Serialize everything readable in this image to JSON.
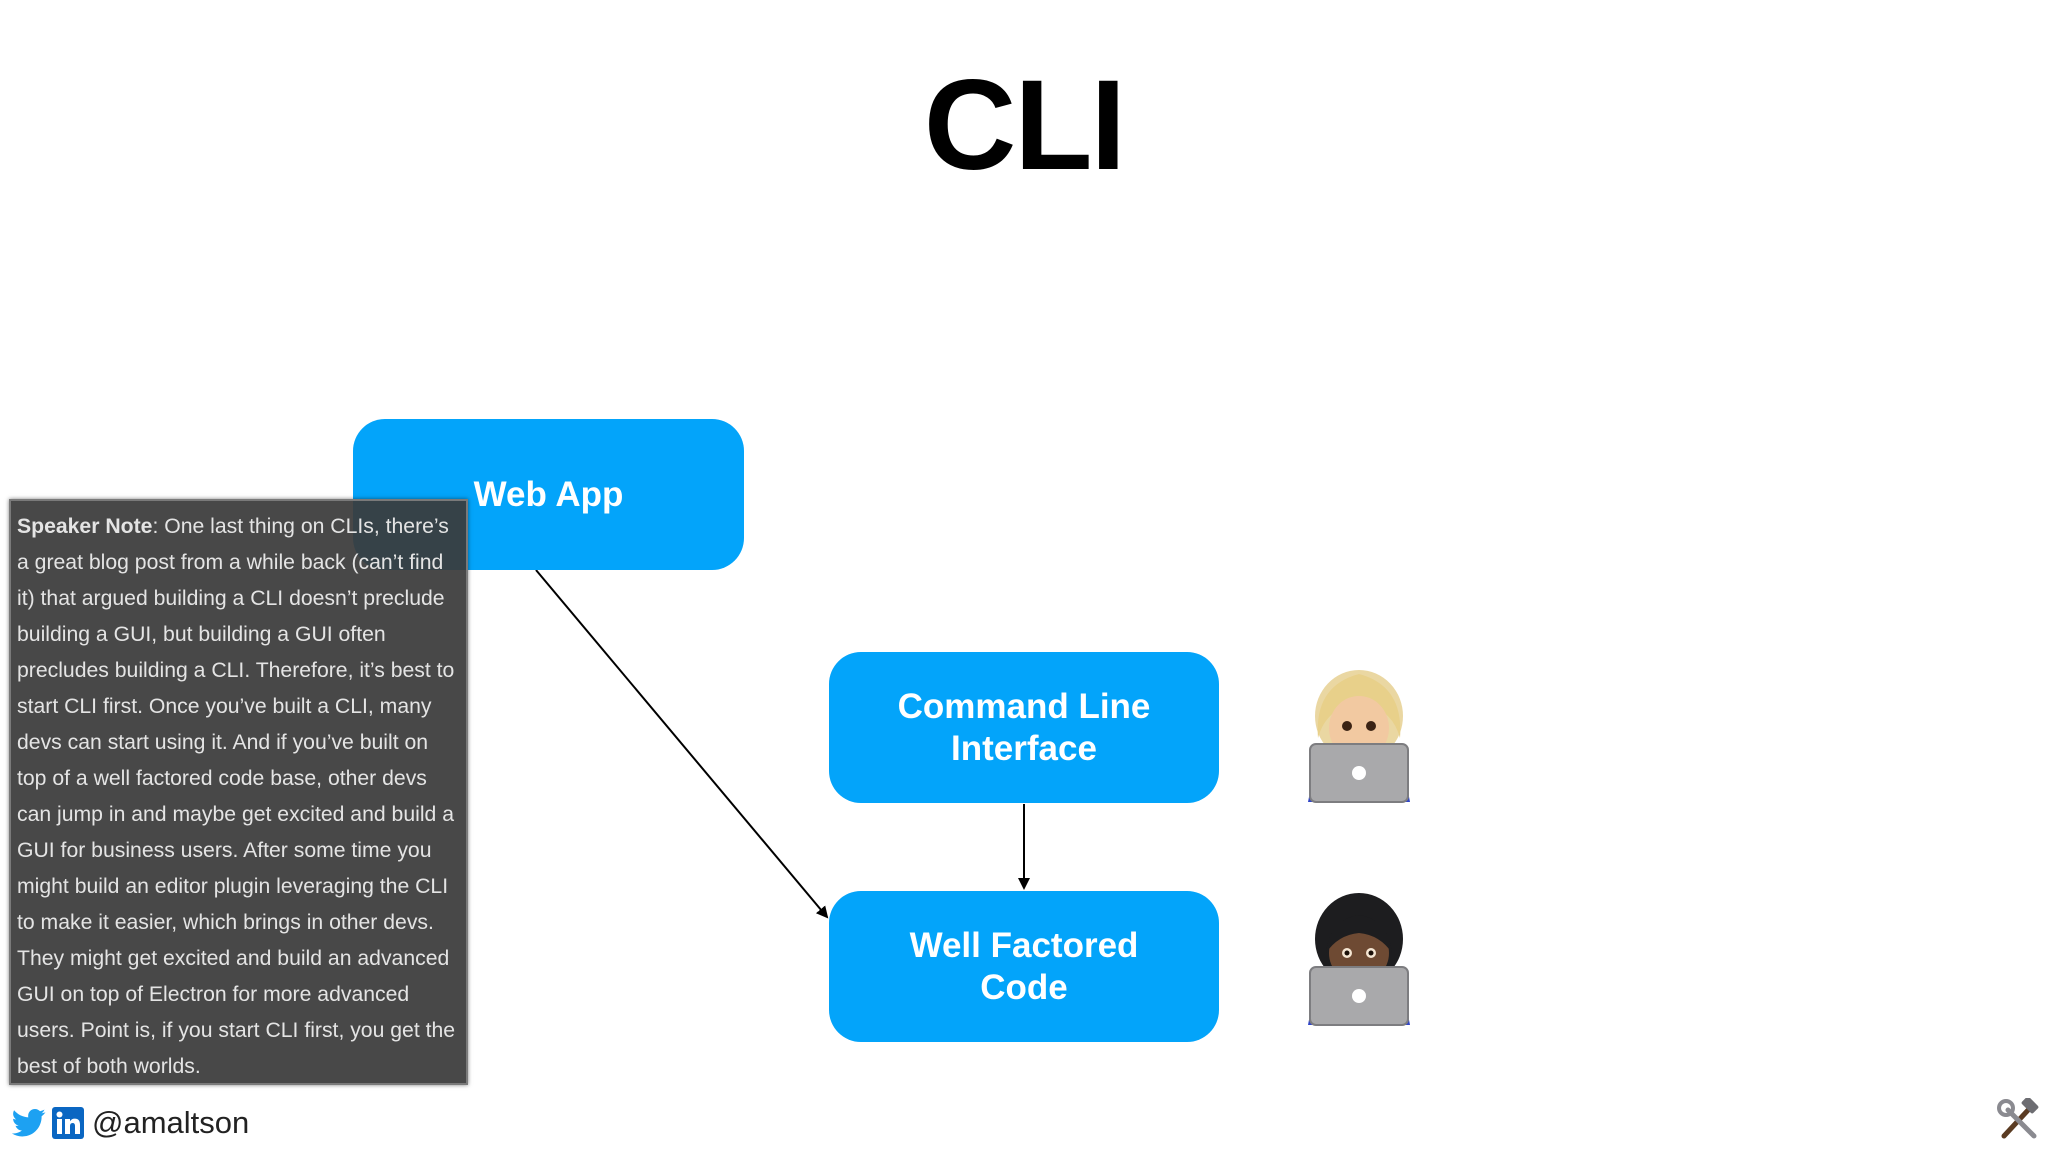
{
  "slide": {
    "title": "CLI"
  },
  "diagram": {
    "nodes": {
      "web_app": "Web App",
      "cli": "Command Line Interface",
      "code": "Well Factored Code"
    },
    "edges": [
      {
        "from": "web_app",
        "to": "code"
      },
      {
        "from": "cli",
        "to": "code"
      }
    ],
    "node_color": "#03a4fa",
    "icons": [
      "woman-technologist-blonde-icon",
      "woman-technologist-dark-icon"
    ]
  },
  "speaker_note": {
    "label": "Speaker Note",
    "text": ": One last thing on CLIs, there’s a great blog post from a while back (can’t find it) that argued building a CLI doesn’t preclude building a GUI, but building a GUI often precludes building a CLI. Therefore, it’s best to start CLI first. Once you’ve built a CLI, many devs can start using it. And if you’ve built on top of a well factored code base, other devs can jump in and maybe get excited and build a GUI for business users. After some time you might build an editor plugin leveraging the CLI to make it easier, which brings in other devs. They might get excited and build an advanced GUI on top of Electron for more advanced users. Point is, if you start CLI first, you get the best of both worlds."
  },
  "footer": {
    "handle": "@amaltson",
    "icons": [
      "twitter-icon",
      "linkedin-icon",
      "hammer-wrench-icon"
    ]
  }
}
